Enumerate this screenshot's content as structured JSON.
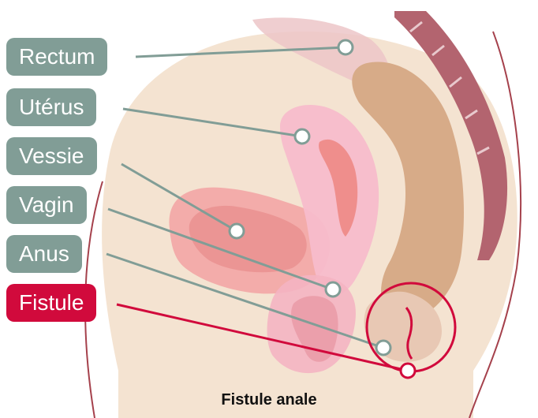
{
  "labels": {
    "rectum": "Rectum",
    "uterus": "Utérus",
    "bladder": "Vessie",
    "vagina": "Vagin",
    "anus": "Anus",
    "fistula": "Fistule"
  },
  "caption": "Fistule anale",
  "colors": {
    "label_grey": "#819d96",
    "label_red": "#d10a3c",
    "leader_grey": "#819d96",
    "fistula_red": "#d10a3c",
    "skin": "#f3e2cf",
    "intestine": "#d9ae8a",
    "spine": "#b0626e",
    "bladder": "#f2a9a8",
    "uterus": "#f6b8c6"
  }
}
